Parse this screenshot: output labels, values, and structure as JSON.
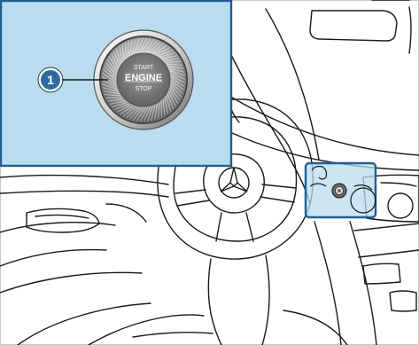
{
  "callout": {
    "number": "1"
  },
  "engine_button": {
    "top_label": "START",
    "main_label": "ENGINE",
    "bottom_label": "STOP"
  },
  "colors": {
    "highlight_fill": "#b9dcef",
    "highlight_border": "#1f5f93",
    "callout_fill": "#2e6aa0",
    "line_art": "#1a1a1a"
  },
  "icons": {
    "button_icon": "start-stop-engine-button-icon",
    "location_icon": "ignition-button-location-icon",
    "brand_icon": "three-pointed-star-logo-icon"
  }
}
